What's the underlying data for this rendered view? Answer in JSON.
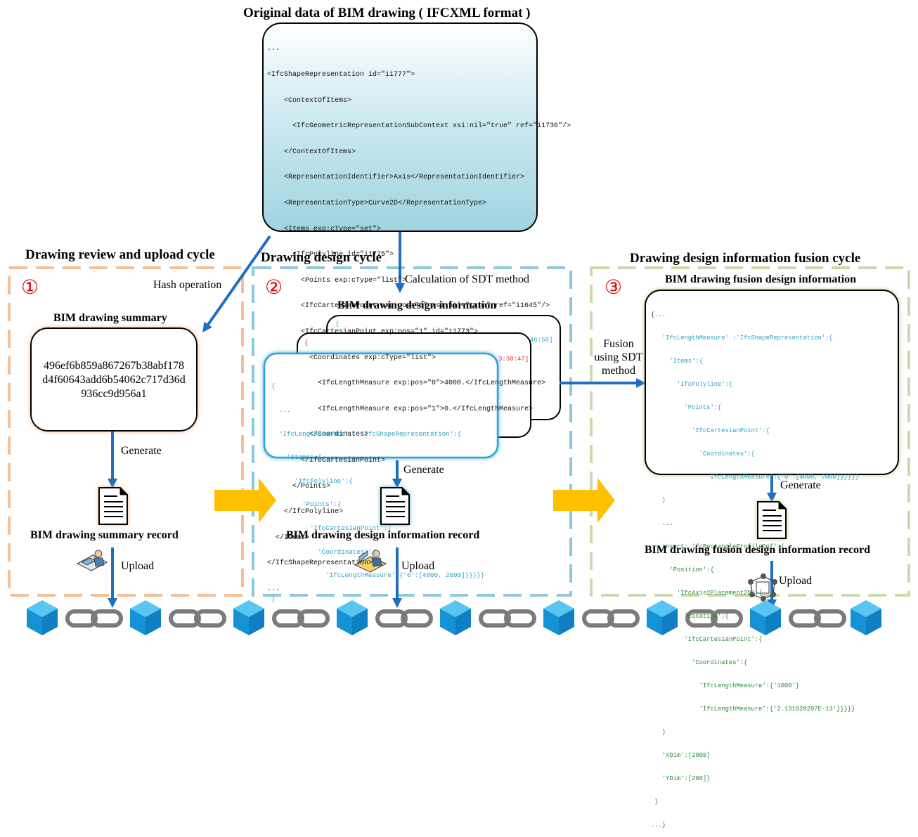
{
  "top": {
    "title": "Original data of BIM drawing ( IFCXML format )",
    "xml_lines": [
      "...",
      "<IfcShapeRepresentation id=\"i1777\">",
      "    <ContextOfItems>",
      "      <IfcGeometricRepresentationSubContext xsi:nil=\"true\" ref=\"i1736\"/>",
      "    </ContextOfItems>",
      "    <RepresentationIdentifier>Axis</RepresentationIdentifier>",
      "    <RepresentationType>Curve2D</RepresentationType>",
      "    <Items exp:cType=\"set\">",
      "      <IfcPolyline id=\"i1775\">",
      "        <Points exp:cType=\"list\">",
      "        <IfcCartesianPoint exp:pos=\"0\" xsi:nil=\"true\" ref=\"i1645\"/>",
      "        <IfcCartesianPoint exp:pos=\"1\" id=\"i1773\">",
      "          <Coordinates exp:cType=\"list\">",
      "            <IfcLengthMeasure exp:pos=\"0\">4000.</IfcLengthMeasure>",
      "            <IfcLengthMeasure exp:pos=\"1\">0.</IfcLengthMeasure>",
      "          </Coordinates>",
      "        </IfcCartesianPoint>",
      "      </Points>",
      "    </IfcPolyline>",
      "  </Items>",
      "</IfcShapeRepresentation>",
      "..."
    ]
  },
  "cycle1": {
    "title": "Drawing review and upload cycle",
    "number": "①",
    "hash_label": "Hash operation",
    "summary_title": "BIM drawing summary",
    "hash_lines": [
      "496ef6b859a867267b38abf178",
      "d4f60643add6b54062c717d36d",
      "936cc9d956a1"
    ],
    "generate_label": "Generate",
    "record_label": "BIM drawing summary record",
    "upload_label": "Upload"
  },
  "cycle2": {
    "title": "Drawing design cycle",
    "number": "②",
    "calc_label": "Calculation of SDT method",
    "info_title": "BIM drawing design information",
    "back_card_time": "46:56]",
    "mid_card_time": "3:38:47]",
    "code_lines": [
      "{",
      "  ...",
      "  'IfcLengthMeasure' : 'IfcShapeRepresentation':{",
      "    'Items':{",
      "      'IfcPolyline':{",
      "        'Points':{",
      "          'IfcCartesianPoint':{",
      "            'Coordinates':{",
      "              'IfcLengthMeasure':{'0':[4000, 2000]}}}}}",
      "}"
    ],
    "generate_label": "Generate",
    "record_label": "BIM drawing design information record",
    "upload_label": "Upload"
  },
  "cycle3": {
    "title": "Drawing design information fusion cycle",
    "number": "③",
    "fusion_lines": [
      "Fusion",
      "using SDT",
      "method"
    ],
    "info_title": "BIM drawing fusion design information",
    "code_lines": [
      "{...",
      "   'IfcLengthMeasure' :'IfcShapeRepresentation':{",
      "     'Items':{",
      "       'IfcPolyline':{",
      "         'Points':{",
      "           'IfcCartesianPoint':{",
      "             'Coordinates':{",
      "               'IfcLengthMeasure':{'0':[4000, 2000]}}}}}",
      "   }",
      "   ...",
      "   insert: 'fcRectangleProfileDef':{",
      "     'Position':{",
      "       'IfcAxis2Placement2D':{",
      "         'Location':{",
      "         'IfcCartesianPoint':{",
      "           'Coordinates':{",
      "             'IfcLengthMeasure':{'1000'}",
      "             'IfcLengthMeasure':{'2.131628207E-13'}}}}}",
      "   }",
      "   'XDim':[2000]",
      "   'YDim':[200]}",
      " }",
      "...}"
    ],
    "generate_label": "Generate",
    "record_label": "BIM drawing fusion design information record",
    "upload_label": "Upload"
  },
  "colors": {
    "orange_dash": "#f5bf96",
    "blue_dash": "#8fc7dc",
    "green_dash": "#cad9ae",
    "arrow_blue": "#1f6fbf",
    "yellow_arrow": "#ffc000",
    "cube_blue": "#1ea7e6",
    "chain_gray": "#7a7a7a",
    "number_red": "#e00000"
  }
}
